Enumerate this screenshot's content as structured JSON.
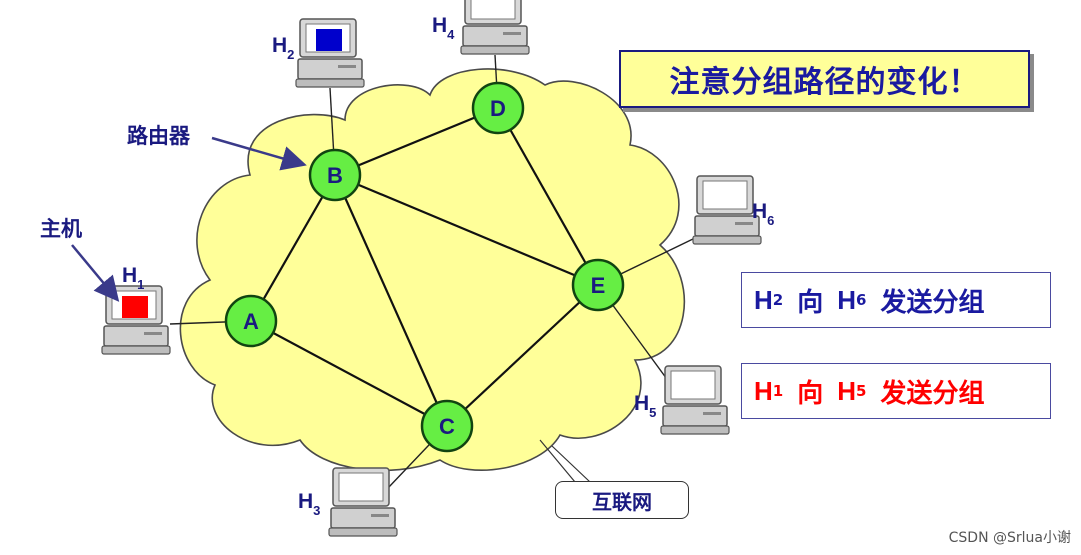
{
  "title": "注意分组路径的变化！",
  "annotations": {
    "router": "路由器",
    "host": "主机"
  },
  "network_label": "互联网",
  "routers": [
    {
      "id": "A",
      "label": "A"
    },
    {
      "id": "B",
      "label": "B"
    },
    {
      "id": "C",
      "label": "C"
    },
    {
      "id": "D",
      "label": "D"
    },
    {
      "id": "E",
      "label": "E"
    }
  ],
  "hosts": [
    {
      "id": "H1",
      "base": "H",
      "sub": "1",
      "screen_color": "#ff0000"
    },
    {
      "id": "H2",
      "base": "H",
      "sub": "2",
      "screen_color": "#0000cc"
    },
    {
      "id": "H3",
      "base": "H",
      "sub": "3",
      "screen_color": "#ffffff"
    },
    {
      "id": "H4",
      "base": "H",
      "sub": "4",
      "screen_color": "#ffffff"
    },
    {
      "id": "H5",
      "base": "H",
      "sub": "5",
      "screen_color": "#ffffff"
    },
    {
      "id": "H6",
      "base": "H",
      "sub": "6",
      "screen_color": "#ffffff"
    }
  ],
  "links": [
    [
      "A",
      "B"
    ],
    [
      "A",
      "C"
    ],
    [
      "B",
      "C"
    ],
    [
      "B",
      "D"
    ],
    [
      "B",
      "E"
    ],
    [
      "D",
      "E"
    ],
    [
      "C",
      "E"
    ]
  ],
  "host_links": [
    [
      "H1",
      "A"
    ],
    [
      "H2",
      "B"
    ],
    [
      "H3",
      "C"
    ],
    [
      "H4",
      "D"
    ],
    [
      "H5",
      "E"
    ],
    [
      "H6",
      "E"
    ]
  ],
  "flows": [
    {
      "src": "H",
      "src_sub": "2",
      "dir": "向",
      "dst": "H",
      "dst_sub": "6",
      "action": "发送分组",
      "color": "#1a1aa0"
    },
    {
      "src": "H",
      "src_sub": "1",
      "dir": "向",
      "dst": "H",
      "dst_sub": "5",
      "action": "发送分组",
      "color": "#ff0000"
    }
  ],
  "colors": {
    "router_fill": "#66ee44",
    "router_stroke": "#114411",
    "cloud_fill": "#ffff99",
    "label_blue": "#1a1a80"
  },
  "watermark": "CSDN @Srlua小谢"
}
